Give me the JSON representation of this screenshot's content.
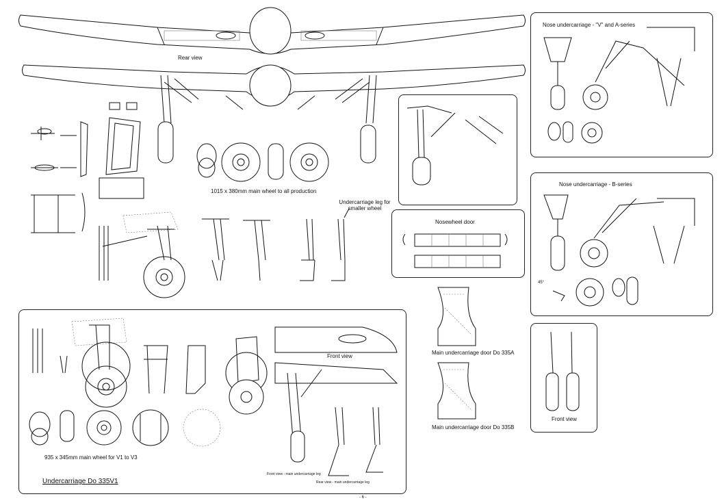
{
  "labels": {
    "rear_view": "Rear view",
    "main_wheel_production": "1015 x 380mm main wheel to all production",
    "leg_smaller_wheel": "Undercarriage leg for smaller wheel",
    "nose_va_title": "Nose undercarriage - \"V\" and A-series",
    "nose_b_title": "Nose undercarriage - B-series",
    "nosewheel_door": "Nosewheel door",
    "door_335a": "Main undercarriage door Do 335A",
    "door_335b": "Main undercarriage door Do 335B",
    "front_view_v1": "Front view",
    "front_view_right": "Front view",
    "main_wheel_v1": "935 x 345mm main wheel  for V1 to V3",
    "section_title": "Undercarriage Do 335V1",
    "front_view_main_leg": "Front view - main undercarriage leg",
    "rear_view_main_leg": "Rear view - main undercarriage leg",
    "angle_45": "45°",
    "page_number": "- 6 -"
  }
}
